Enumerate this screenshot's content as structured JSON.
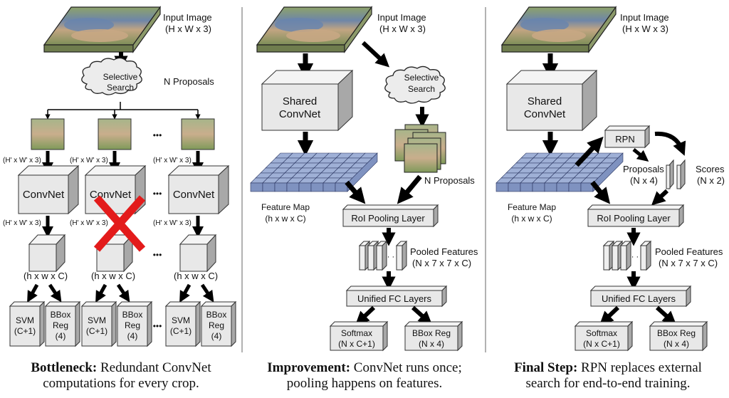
{
  "panels": [
    {
      "id": "rcnn",
      "input_label": "Input Image",
      "input_dims": "(H x W x 3)",
      "search_label_1": "Selective",
      "search_label_2": "Search",
      "proposals_label": "N Proposals",
      "crop_dims": "(H' x W' x 3)",
      "convnet_label": "ConvNet",
      "feature_dims": "(h x w x C)",
      "svm_label_1": "SVM",
      "svm_label_2": "(C+1)",
      "bbox_label_1": "BBox",
      "bbox_label_2": "Reg",
      "bbox_label_3": "(4)",
      "ellipsis": "•••",
      "caption_bold": "Bottleneck:",
      "caption_rest_1": " Redundant ConvNet",
      "caption_line_2": "computations for every crop."
    },
    {
      "id": "fast-rcnn",
      "input_label": "Input Image",
      "input_dims": "(H x W x 3)",
      "convnet_label_1": "Shared",
      "convnet_label_2": "ConvNet",
      "search_label_1": "Selective",
      "search_label_2": "Search",
      "proposals_label": "N Proposals",
      "feature_map_label": "Feature Map",
      "feature_map_dims": "(h x w x C)",
      "roi_label": "RoI Pooling Layer",
      "pooled_label": "Pooled Features",
      "pooled_dims": "(N x 7 x 7 x C)",
      "fc_label": "Unified FC Layers",
      "softmax_label": "Softmax",
      "softmax_dims": "(N x C+1)",
      "bbox_label": "BBox Reg",
      "bbox_dims": "(N x 4)",
      "caption_bold": "Improvement:",
      "caption_rest_1": " ConvNet runs once;",
      "caption_line_2": "pooling happens on features."
    },
    {
      "id": "faster-rcnn",
      "input_label": "Input Image",
      "input_dims": "(H x W x 3)",
      "convnet_label_1": "Shared",
      "convnet_label_2": "ConvNet",
      "rpn_label": "RPN",
      "proposals_label": "Proposals",
      "proposals_dims": "(N x 4)",
      "scores_label": "Scores",
      "scores_dims": "(N x 2)",
      "feature_map_label": "Feature Map",
      "feature_map_dims": "(h x w x C)",
      "roi_label": "RoI Pooling Layer",
      "pooled_label": "Pooled Features",
      "pooled_dims": "(N x 7 x 7 x C)",
      "fc_label": "Unified FC Layers",
      "softmax_label": "Softmax",
      "softmax_dims": "(N x C+1)",
      "bbox_label": "BBox Reg",
      "bbox_dims": "(N x 4)",
      "caption_bold": "Final Step:",
      "caption_rest_1": " RPN replaces external",
      "caption_line_2": "search for end-to-end training."
    }
  ],
  "colors": {
    "box_front": "#e8e8e8",
    "box_top": "#f4f4f4",
    "box_side": "#a8a8a8",
    "feature_map": "#9fb0d6",
    "feature_map_side": "#7f92c0",
    "reject_cross": "#e31b1b",
    "divider": "#999999"
  }
}
